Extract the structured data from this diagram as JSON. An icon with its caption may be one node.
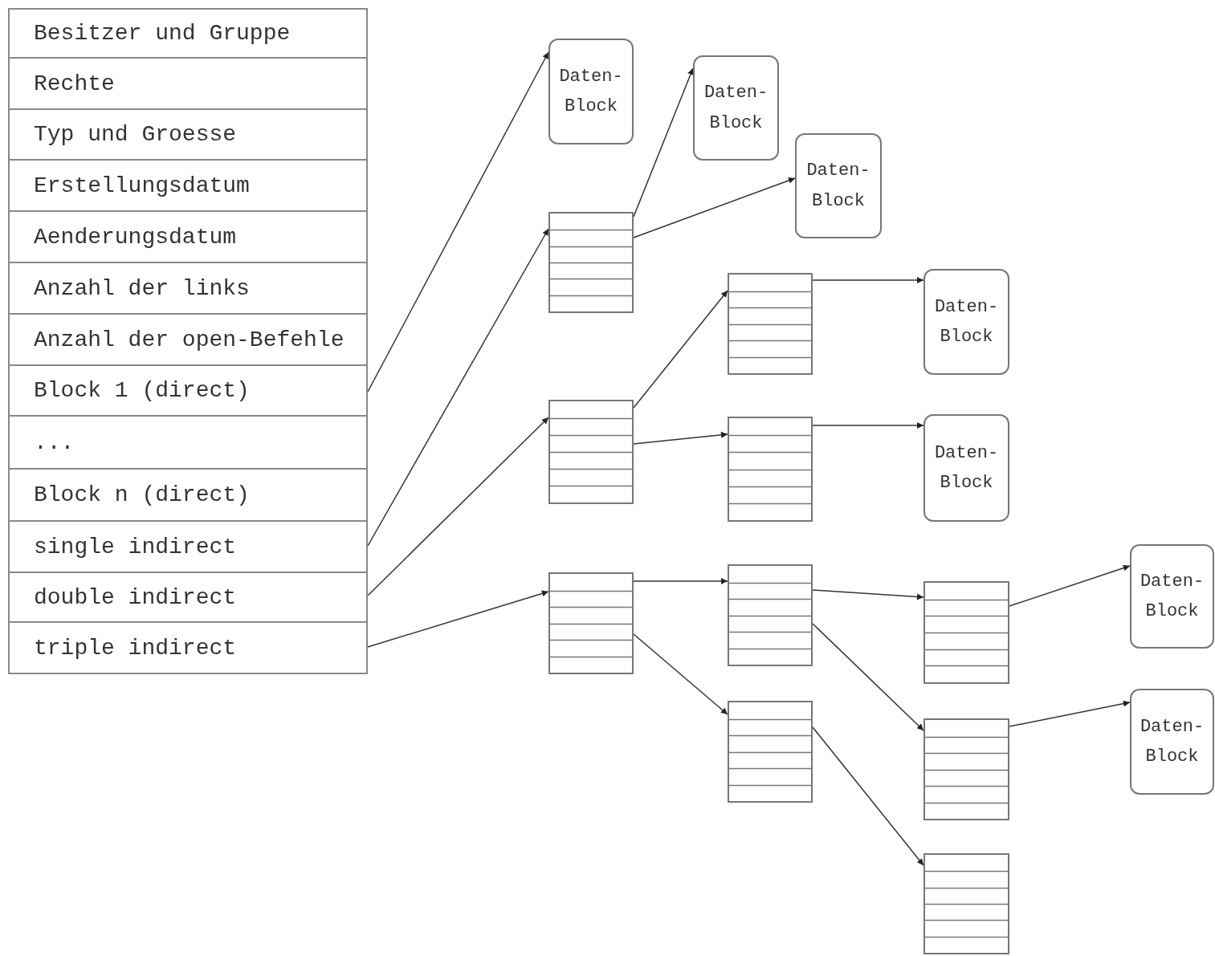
{
  "diagram": {
    "nodes": [
      {
        "text": [],
        "shape": "box"
      },
      {
        "text": [
          "Besitzer und Gruppe"
        ],
        "in": 0
      },
      {
        "text": [
          "Rechte"
        ],
        "in": 0
      },
      {
        "text": [
          "Typ und Groesse"
        ],
        "in": 0
      },
      {
        "text": [
          "Erstellungsdatum"
        ],
        "in": 0
      },
      {
        "text": [
          "Aenderungsdatum"
        ],
        "in": 0
      },
      {
        "text": [
          "Anzahl der links"
        ],
        "in": 0
      },
      {
        "text": [
          "Anzahl der open-Befehle"
        ],
        "in": 0
      },
      {
        "text": [
          "Block 1 (direct)"
        ],
        "in": 0
      },
      {
        "text": [
          "..."
        ],
        "in": 0
      },
      {
        "text": [
          "Block n (direct)"
        ],
        "in": 0
      },
      {
        "text": [
          "single indirect"
        ],
        "in": 0
      },
      {
        "text": [
          "double indirect"
        ],
        "in": 0
      },
      {
        "text": [
          "triple indirect"
        ],
        "in": 0
      },
      {
        "text": [
          "Daten- Block"
        ]
      },
      {
        "text": [
          "Daten- Block"
        ]
      },
      {
        "text": [
          "Daten- Block"
        ]
      },
      {
        "text": [],
        "shape": "box"
      },
      {
        "text": [],
        "shape": "box"
      },
      {
        "text": [],
        "shape": "box"
      },
      {
        "text": [
          "Daten- Block"
        ]
      },
      {
        "text": [
          "Daten- Block"
        ]
      },
      {
        "text": [],
        "shape": "box"
      },
      {
        "text": [],
        "shape": "box"
      },
      {
        "text": [],
        "shape": "box"
      },
      {
        "text": [],
        "shape": "box"
      },
      {
        "text": [],
        "shape": "box"
      },
      {
        "text": [],
        "shape": "box"
      },
      {
        "text": [],
        "shape": "box"
      },
      {
        "text": [
          "Daten- Block"
        ]
      },
      {
        "text": [
          "Daten- Block"
        ]
      }
    ],
    "edges": [
      {
        "from": 8,
        "to": 14,
        "arrow": "to"
      },
      {
        "from": 11,
        "to": 17,
        "arrow": "to"
      },
      {
        "from": 17,
        "to": 15,
        "arrow": "to"
      },
      {
        "from": 17,
        "to": 16,
        "arrow": "to"
      },
      {
        "from": 12,
        "to": 18,
        "arrow": "to"
      },
      {
        "from": 18,
        "to": 19,
        "arrow": "to"
      },
      {
        "from": 18,
        "to": 22,
        "arrow": "to"
      },
      {
        "from": 19,
        "to": 20,
        "arrow": "to"
      },
      {
        "from": 22,
        "to": 21,
        "arrow": "to"
      },
      {
        "from": 13,
        "to": 23,
        "arrow": "to"
      },
      {
        "from": 23,
        "to": 24,
        "arrow": "to"
      },
      {
        "from": 23,
        "to": 25,
        "arrow": "to"
      },
      {
        "from": 24,
        "to": 26,
        "arrow": "to"
      },
      {
        "from": 24,
        "to": 27,
        "arrow": "to"
      },
      {
        "from": 25,
        "to": 28,
        "arrow": "to"
      },
      {
        "from": 26,
        "to": 29,
        "arrow": "to"
      },
      {
        "from": 27,
        "to": 30,
        "arrow": "to"
      }
    ]
  }
}
